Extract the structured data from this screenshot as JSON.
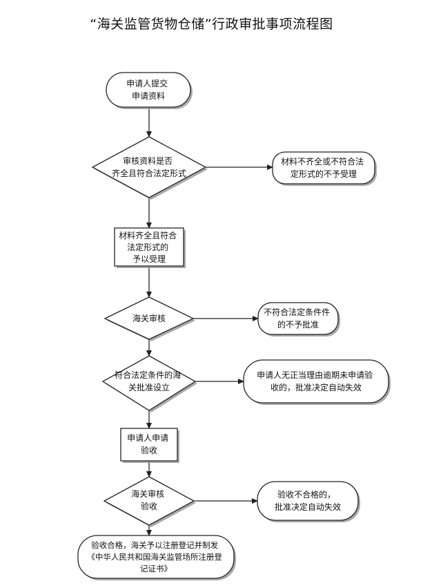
{
  "title": "“海关监管货物仓储”行政审批事项流程图",
  "nodes": {
    "start": [
      "申请人提交",
      "申请资料"
    ],
    "check_materials": [
      "审核资料是否",
      "齐全且符合法定形式"
    ],
    "reject_incomplete": [
      "材料不齐全或不符合法",
      "定形式的不予受理"
    ],
    "accepted": [
      "材料齐全且符合",
      "法定形式的",
      "予以受理"
    ],
    "customs_review_1": [
      "海关审核"
    ],
    "reject_not_qualified": [
      "不符合法定条件件",
      "的不予批准"
    ],
    "approve_setup": [
      "符合法定条件的海",
      "关批准设立"
    ],
    "approval_lapse": [
      "申请人无正当理由逾期未申请验",
      "收的，批准决定自动失效"
    ],
    "apply_inspection": [
      "申请人申请",
      "验收"
    ],
    "customs_review_2": [
      "海关审核",
      "验收"
    ],
    "inspection_fail": [
      "验收不合格的，",
      "批准决定自动失效"
    ],
    "final": [
      "验收合格，海关予以注册登记并制发",
      "《中华人民共和国海关监管场所注册登",
      "记证书》"
    ]
  }
}
